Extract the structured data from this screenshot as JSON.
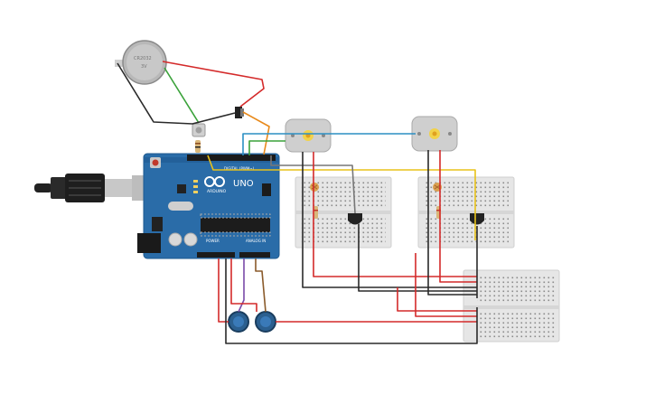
{
  "arduino": {
    "brand": "UNO",
    "logo_text": "ARDUINO",
    "digital_label": "DIGITAL (PWM~)",
    "power_label": "POWER",
    "analog_label": "ANALOG IN",
    "board_color": "#2a6ca8",
    "chip_color": "#1c1c1c"
  },
  "coin_cell": {
    "markings": [
      "CR2032",
      "3V"
    ]
  },
  "wire_colors": {
    "red": "#d42a2a",
    "green": "#3aa23a",
    "black": "#2a2a2a",
    "orange": "#e8891a",
    "blue": "#2b8fc4",
    "yellow": "#e8c21a",
    "purple": "#7a4aa8",
    "brown": "#8a5a2a",
    "gray": "#777777"
  }
}
